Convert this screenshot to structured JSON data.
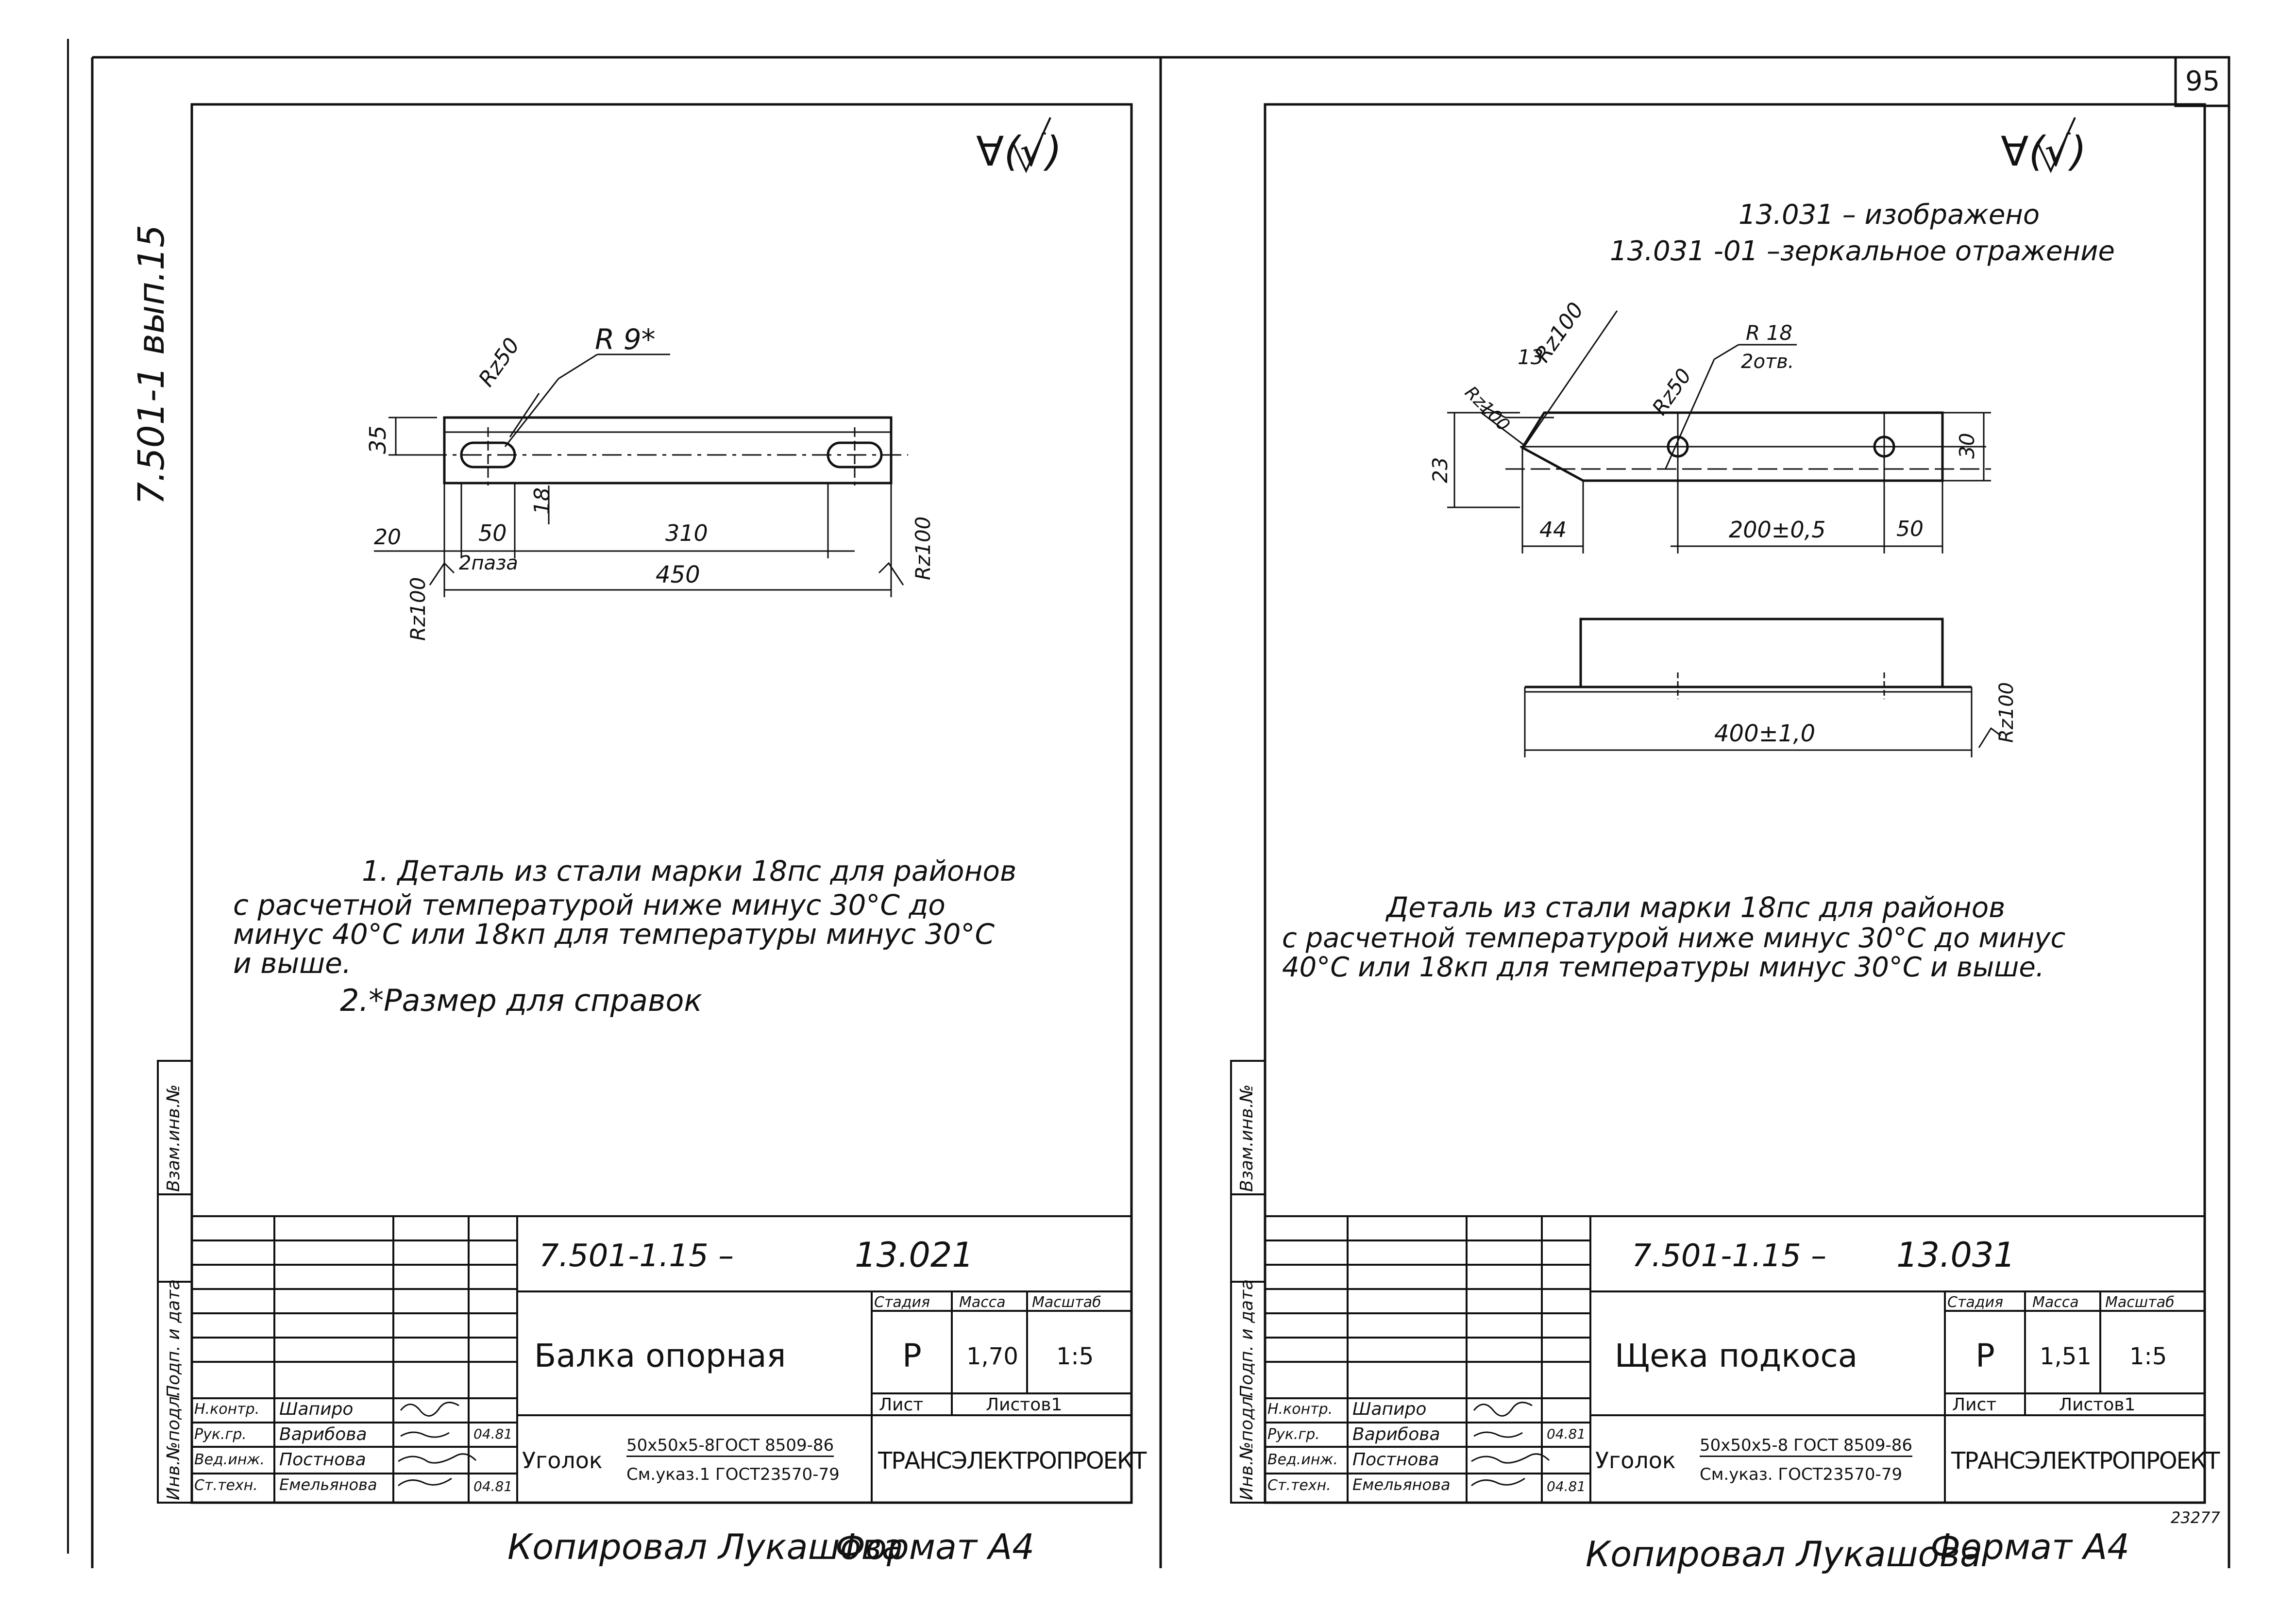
{
  "page_number": "95",
  "series_label": "7.501-1 вып.15",
  "left_sheet": {
    "roughness_symbol": "∀(√)",
    "drawing": {
      "r_hole": "R 9*",
      "rz50": "Rz50",
      "dim_35": "35",
      "dim_18": "18",
      "dim_20": "20",
      "dim_50": "50",
      "dim_310": "310",
      "slot_note": "2паза",
      "dim_450": "450",
      "rz100_left": "Rz100",
      "rz100_right": "Rz100"
    },
    "notes": [
      "1. Деталь из стали марки 18пс для районов",
      "с расчетной температурой ниже минус 30°С до",
      "минус 40°С или 18кп для температуры минус 30°С",
      "и выше.",
      "2.*Размер для справок"
    ],
    "title_block": {
      "doc_code": "7.501-1.15 –",
      "doc_number": "13.021",
      "part_name": "Балка опорная",
      "col_stage": "Стадия",
      "col_mass": "Масса",
      "col_scale": "Масштаб",
      "stage": "Р",
      "mass": "1,70",
      "scale": "1:5",
      "sheet": "Лист",
      "sheets": "Листов1",
      "roles": [
        "Н.контр.",
        "Рук.гр.",
        "Вед.инж.",
        "Ст.техн."
      ],
      "names": [
        "Шапиро",
        "Варибова",
        "Постнова",
        "Емельянова"
      ],
      "dates": [
        "",
        "04.81",
        "",
        "04.81"
      ],
      "material_prefix": "Уголок",
      "material_top": "50х50х5-8ГОСТ 8509-86",
      "material_bottom": "См.указ.1 ГОСТ23570-79",
      "company": "ТРАНСЭЛЕКТРОПРОЕКТ",
      "margin_labels": [
        "Инв.№подл.",
        "Подп. и дата",
        "Взам.инв.№"
      ]
    },
    "footer": {
      "copied": "Копировал Лукашова",
      "format": "Формат А4"
    }
  },
  "right_sheet": {
    "roughness_symbol": "∀(√)",
    "header_notes": [
      "13.031 – изображено",
      "13.031 -01 –зеркальное отражение"
    ],
    "drawing": {
      "rz100_top": "Rz100",
      "dim_13": "13",
      "rz100_small": "Rz100",
      "rz50": "Rz50",
      "r18": "R 18",
      "holes": "2отв.",
      "dim_23": "23",
      "dim_30": "30",
      "dim_44": "44",
      "dim_200": "200±0,5",
      "dim_50": "50",
      "dim_400": "400±1,0",
      "rz100_bottom": "Rz100"
    },
    "notes": [
      "Деталь из стали марки 18пс для районов",
      "с расчетной температурой ниже минус 30°С до минус",
      "40°С или 18кп для температуры минус 30°С и выше."
    ],
    "title_block": {
      "doc_code": "7.501-1.15 –",
      "doc_number": "13.031",
      "part_name": "Щека подкоса",
      "col_stage": "Стадия",
      "col_mass": "Масса",
      "col_scale": "Масштаб",
      "stage": "Р",
      "mass": "1,51",
      "scale": "1:5",
      "sheet": "Лист",
      "sheets": "Листов1",
      "roles": [
        "Н.контр.",
        "Рук.гр.",
        "Вед.инж.",
        "Ст.техн."
      ],
      "names": [
        "Шапиро",
        "Варибова",
        "Постнова",
        "Емельянова"
      ],
      "dates": [
        "",
        "04.81",
        "",
        "04.81"
      ],
      "material_prefix": "Уголок",
      "material_top": "50х50х5-8 ГОСТ 8509-86",
      "material_bottom": "См.указ. ГОСТ23570-79",
      "company": "ТРАНСЭЛЕКТРОПРОЕКТ",
      "margin_labels": [
        "Инв.№подл.",
        "Подп. и дата",
        "Взам.инв.№"
      ]
    },
    "footer": {
      "copied": "Копировал Лукашова",
      "format": "Формат А4",
      "stamp": "23277"
    }
  }
}
